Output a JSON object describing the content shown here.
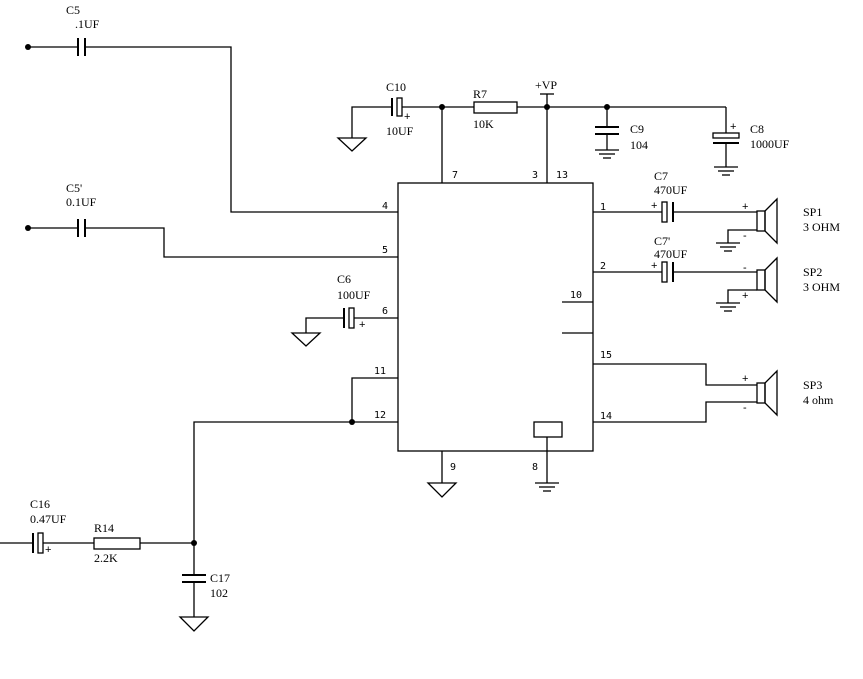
{
  "components": {
    "c5": {
      "ref": "C5",
      "value": ".1UF"
    },
    "c5p": {
      "ref": "C5'",
      "value": "0.1UF"
    },
    "c10": {
      "ref": "C10",
      "value": "10UF"
    },
    "r7": {
      "ref": "R7",
      "value": "10K"
    },
    "vp": {
      "label": "+VP"
    },
    "c9": {
      "ref": "C9",
      "value": "104"
    },
    "c8": {
      "ref": "C8",
      "value": "1000UF"
    },
    "c7": {
      "ref": "C7",
      "value": "470UF"
    },
    "c7p": {
      "ref": "C7'",
      "value": "470UF"
    },
    "c6": {
      "ref": "C6",
      "value": "100UF"
    },
    "sp1": {
      "ref": "SP1",
      "value": "3 OHM"
    },
    "sp2": {
      "ref": "SP2",
      "value": "3 OHM"
    },
    "sp3": {
      "ref": "SP3",
      "value": "4 ohm"
    },
    "c16": {
      "ref": "C16",
      "value": "0.47UF"
    },
    "r14": {
      "ref": "R14",
      "value": "2.2K"
    },
    "c17": {
      "ref": "C17",
      "value": "102"
    }
  },
  "ic_pins": {
    "p1": "1",
    "p2": "2",
    "p3": "3",
    "p4": "4",
    "p5": "5",
    "p6": "6",
    "p7": "7",
    "p8": "8",
    "p9": "9",
    "p10": "10",
    "p11": "11",
    "p12": "12",
    "p13": "13",
    "p14": "14",
    "p15": "15"
  },
  "polarity": {
    "plus": "+",
    "minus": "-"
  }
}
